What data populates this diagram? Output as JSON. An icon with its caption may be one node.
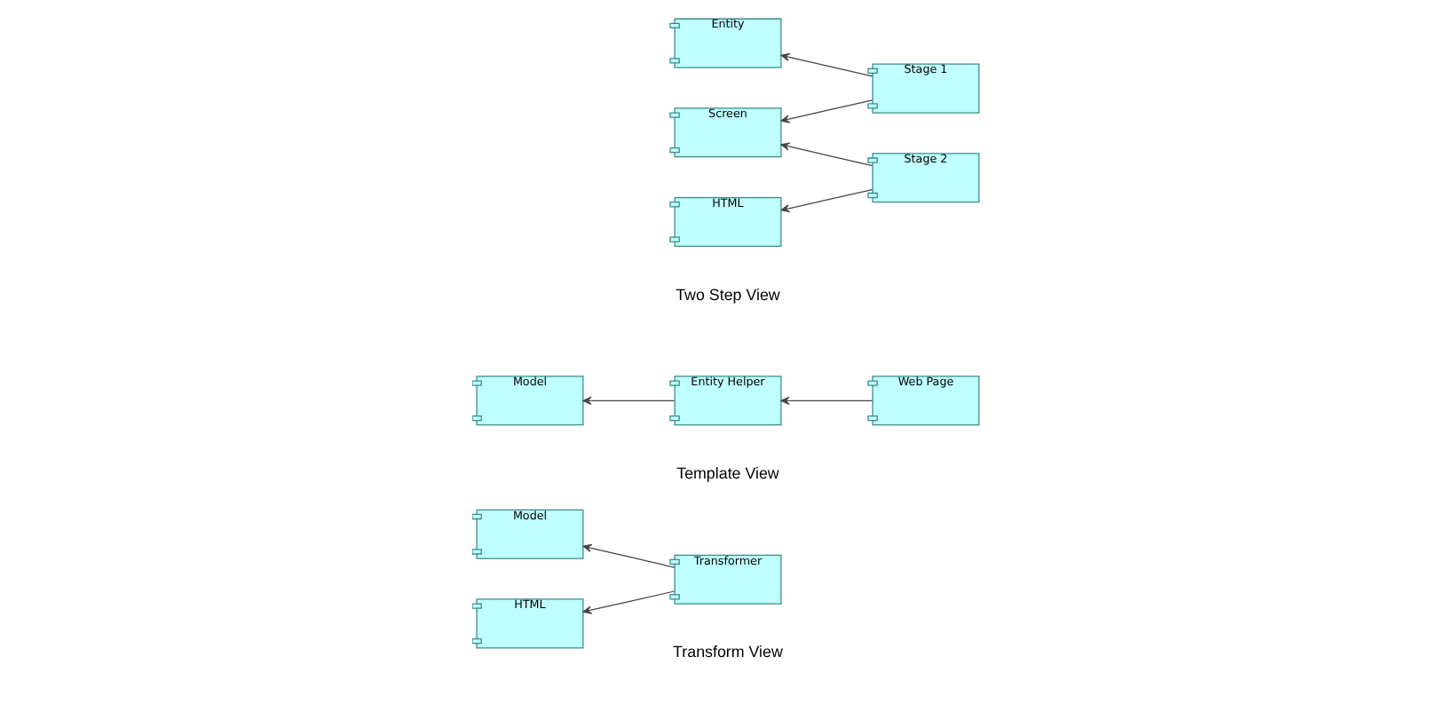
{
  "diagram": {
    "nodes": [
      {
        "text": [
          "Model"
        ]
      },
      {
        "text": [
          "Entity Helper"
        ]
      },
      {
        "text": [
          "Web Page"
        ]
      },
      {
        "text": [
          "Model"
        ]
      },
      {
        "text": [
          "Transformer"
        ]
      },
      {
        "text": [
          "HTML"
        ]
      },
      {
        "text": [
          "Entity"
        ]
      },
      {
        "text": [
          "Stage 1"
        ]
      },
      {
        "text": [
          "Screen"
        ]
      },
      {
        "text": [
          "Stage 2"
        ]
      },
      {
        "text": [
          "HTML"
        ]
      }
    ],
    "edges": [
      {
        "from": 1,
        "to": 0,
        "arrow": "to"
      },
      {
        "from": 2,
        "to": 1,
        "arrow": "to"
      },
      {
        "from": 4,
        "to": 3,
        "arrow": "to"
      },
      {
        "from": 4,
        "to": 5,
        "arrow": "to"
      },
      {
        "from": 7,
        "to": 6,
        "arrow": "to"
      },
      {
        "from": 7,
        "to": 8,
        "arrow": "to"
      },
      {
        "from": 9,
        "to": 8,
        "arrow": "to"
      },
      {
        "from": 9,
        "to": 10,
        "arrow": "to"
      }
    ],
    "labels": [
      "Template View",
      "Transform View",
      "Two Step View"
    ]
  }
}
